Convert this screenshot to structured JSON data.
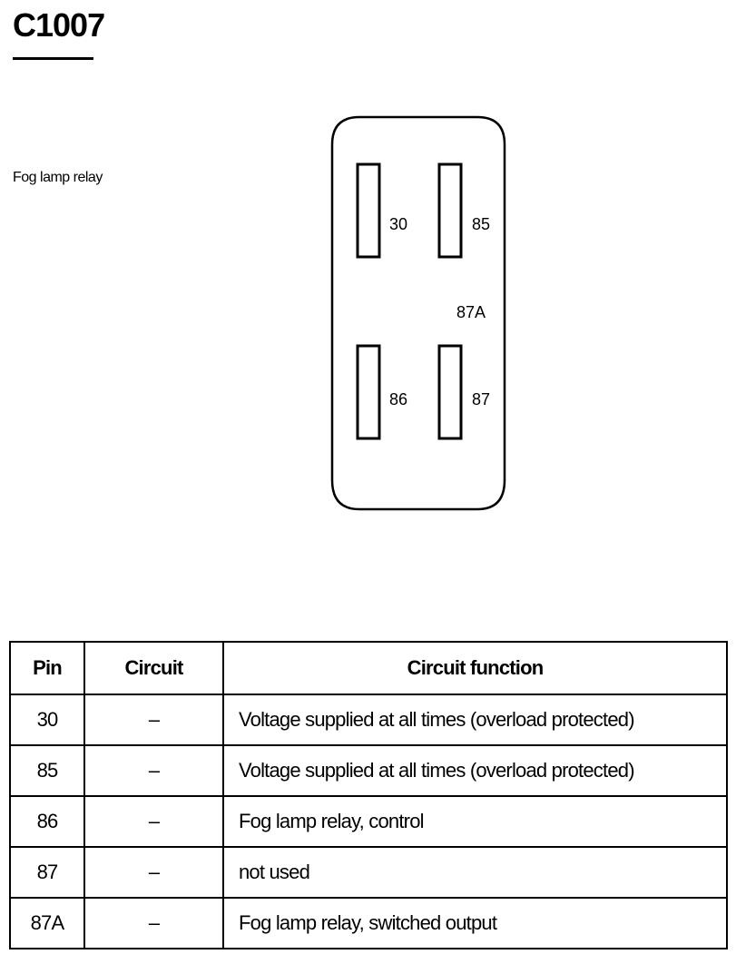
{
  "connector": {
    "title": "C1007",
    "label": "Fog lamp relay"
  },
  "diagram": {
    "pins": [
      "30",
      "85",
      "87A",
      "86",
      "87"
    ]
  },
  "table": {
    "headers": {
      "pin": "Pin",
      "circuit": "Circuit",
      "function": "Circuit function"
    },
    "rows": [
      {
        "pin": "30",
        "circuit": "–",
        "function": "Voltage supplied at all times (overload protected)"
      },
      {
        "pin": "85",
        "circuit": "–",
        "function": "Voltage supplied at all times (overload protected)"
      },
      {
        "pin": "86",
        "circuit": "–",
        "function": "Fog lamp relay, control"
      },
      {
        "pin": "87",
        "circuit": "–",
        "function": "not used"
      },
      {
        "pin": "87A",
        "circuit": "–",
        "function": "Fog lamp relay, switched output"
      }
    ]
  }
}
